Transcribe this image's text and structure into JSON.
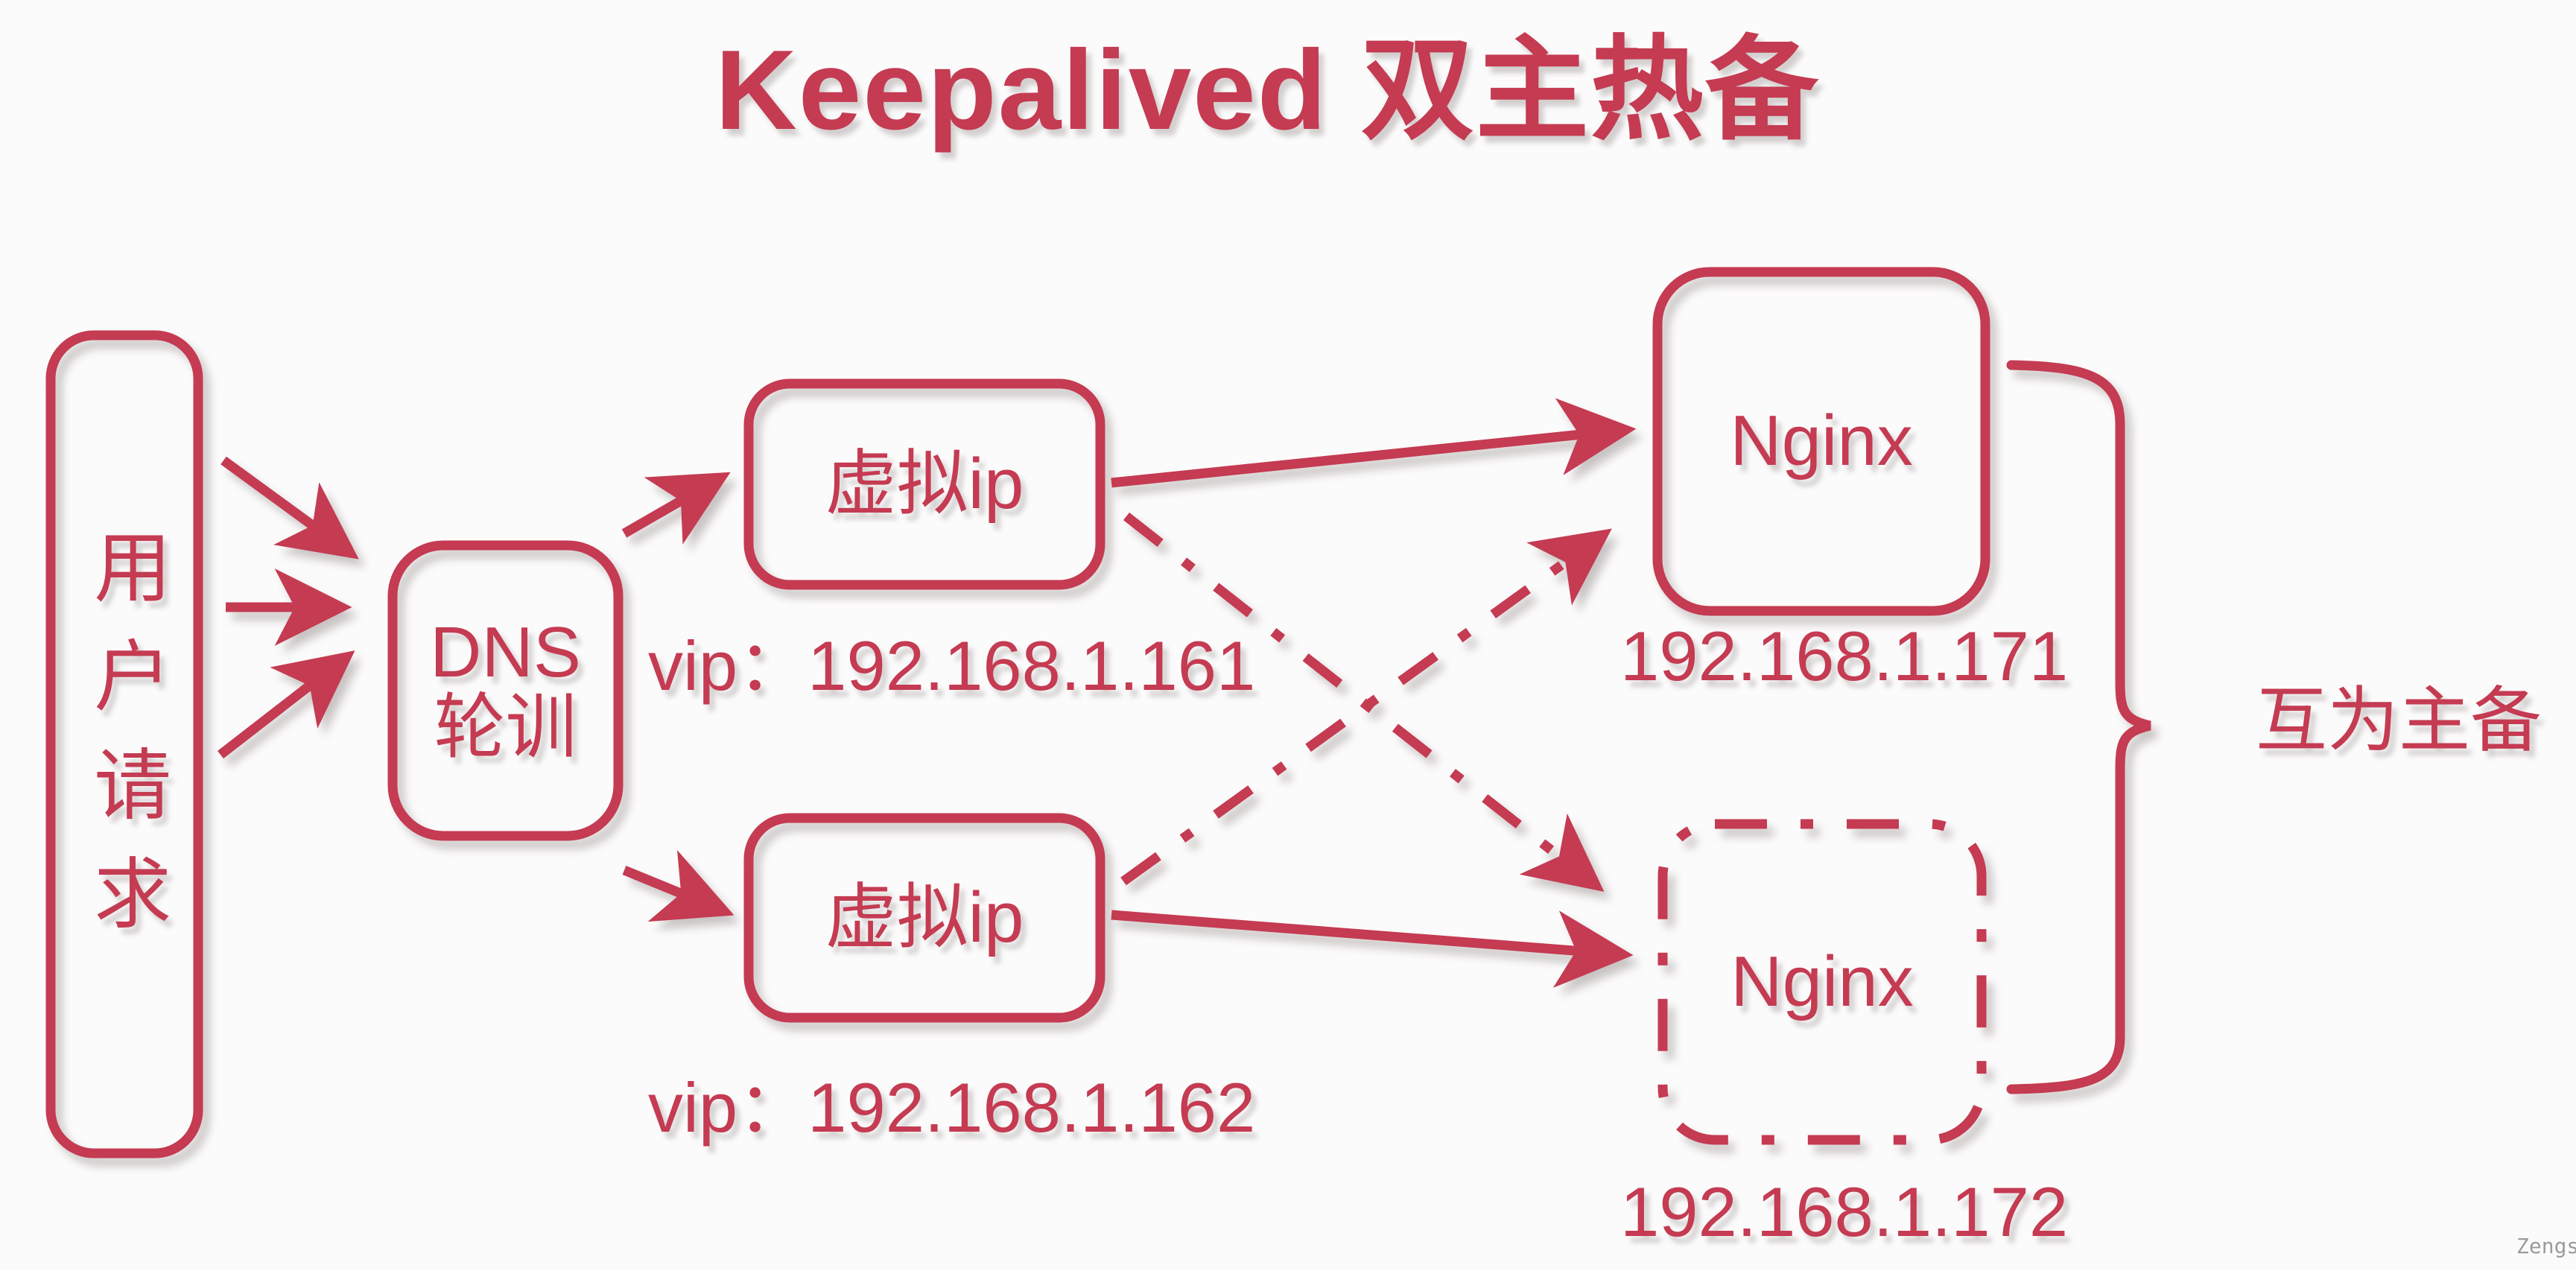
{
  "colors": {
    "accent": "#C43B52",
    "background": "#FCFBFB",
    "watermark": "#9B9B9B"
  },
  "title": "Keepalived 双主热备",
  "nodes": {
    "user": {
      "label": "用户请求"
    },
    "dns": {
      "label_line1": "DNS",
      "label_line2": "轮训"
    },
    "vip1": {
      "label": "虚拟ip",
      "caption": "vip：192.168.1.161"
    },
    "vip2": {
      "label": "虚拟ip",
      "caption": "vip：192.168.1.162"
    },
    "nginx1": {
      "label": "Nginx",
      "caption": "192.168.1.171"
    },
    "nginx2": {
      "label": "Nginx",
      "caption": "192.168.1.172"
    }
  },
  "annotation": {
    "brace_label": "互为主备"
  },
  "watermark": "Zengsl"
}
